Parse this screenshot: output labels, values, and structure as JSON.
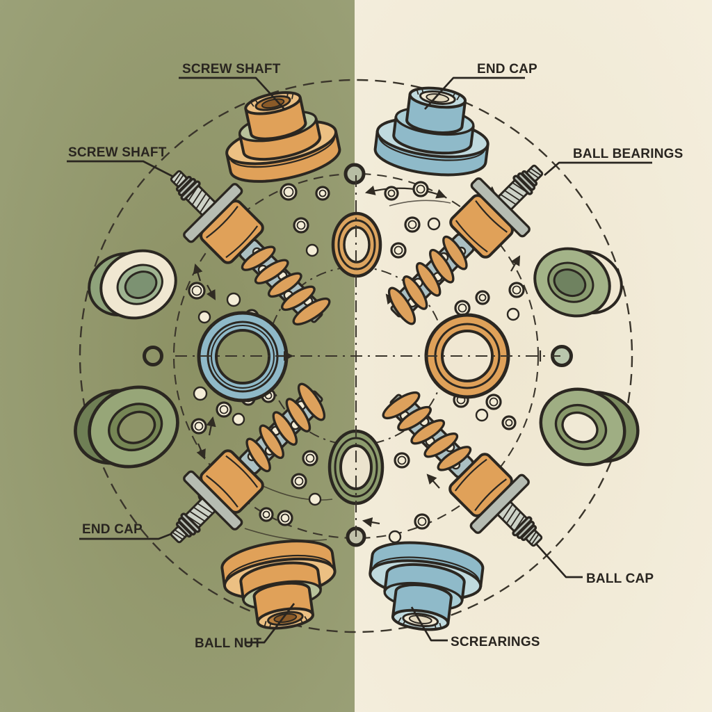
{
  "labels": {
    "screw_shaft_top": {
      "text": "SCREW SHAFT"
    },
    "end_cap_top": {
      "text": "END CAP"
    },
    "screw_shaft_left": {
      "text": "SCREW SHAFT"
    },
    "ball_bearings_right": {
      "text": "BALL BEARINGS"
    },
    "end_cap_bottom_left": {
      "text": "END CAP"
    },
    "ball_nut_bottom": {
      "text": "BALL NUT"
    },
    "ball_cap_bottom_right": {
      "text": "BALL CAP"
    },
    "screarings_bottom": {
      "text": "SCREARINGS"
    }
  },
  "palette": {
    "background_left": "#949a70",
    "background_right": "#f1ead7",
    "orange": "#e0a159",
    "blue": "#8fbac9",
    "sage_green": "#9fae83",
    "cream": "#f0e7d1",
    "metal_gray": "#b6bcb2",
    "outline": "#2b2721"
  }
}
